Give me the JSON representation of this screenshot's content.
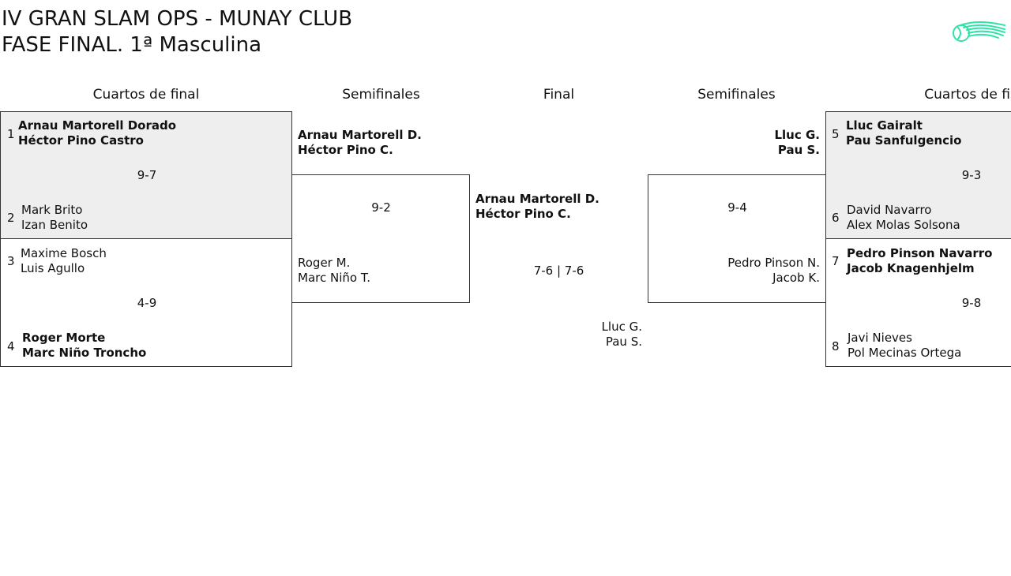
{
  "header": {
    "title_line1": "IV GRAN SLAM OPS - MUNAY CLUB",
    "title_line2": "FASE FINAL. 1ª Masculina"
  },
  "logo": {
    "icon": "tennis-ball-logo-icon",
    "color": "#2de3a6"
  },
  "rounds": {
    "qf_left": "Cuartos de final",
    "sf_left": "Semifinales",
    "final": "Final",
    "sf_right": "Semifinales",
    "qf_right": "Cuartos de fin"
  },
  "qf": {
    "m1": {
      "top": {
        "seed": "1",
        "p1": "Arnau Martorell Dorado",
        "p2": "Héctor Pino Castro"
      },
      "bottom": {
        "seed": "2",
        "p1": "Mark Brito",
        "p2": "Izan Benito"
      },
      "score": "9-7"
    },
    "m2": {
      "top": {
        "seed": "3",
        "p1": "Maxime Bosch",
        "p2": "Luis Agullo"
      },
      "bottom": {
        "seed": "4",
        "p1": "Roger Morte",
        "p2": "Marc Niño Troncho"
      },
      "score": "4-9"
    },
    "m3": {
      "top": {
        "seed": "5",
        "p1": "Lluc Gairalt",
        "p2": "Pau Sanfulgencio"
      },
      "bottom": {
        "seed": "6",
        "p1": "David Navarro",
        "p2": "Alex Molas Solsona"
      },
      "score": "9-3"
    },
    "m4": {
      "top": {
        "seed": "7",
        "p1": "Pedro Pinson Navarro",
        "p2": "Jacob Knagenhjelm"
      },
      "bottom": {
        "seed": "8",
        "p1": "Javi Nieves",
        "p2": "Pol Mecinas Ortega"
      },
      "score": "9-8"
    }
  },
  "sf": {
    "left": {
      "top": {
        "p1": "Arnau Martorell D.",
        "p2": "Héctor Pino C."
      },
      "bottom": {
        "p1": "Roger M.",
        "p2": "Marc Niño T."
      },
      "score": "9-2"
    },
    "right": {
      "top": {
        "p1": "Lluc G.",
        "p2": "Pau S."
      },
      "bottom": {
        "p1": "Pedro Pinson N.",
        "p2": "Jacob K."
      },
      "score": "9-4"
    }
  },
  "final": {
    "top": {
      "p1": "Arnau Martorell D.",
      "p2": "Héctor Pino C."
    },
    "bottom": {
      "p1": "Lluc G.",
      "p2": "Pau S."
    },
    "score": "7-6 | 7-6"
  }
}
